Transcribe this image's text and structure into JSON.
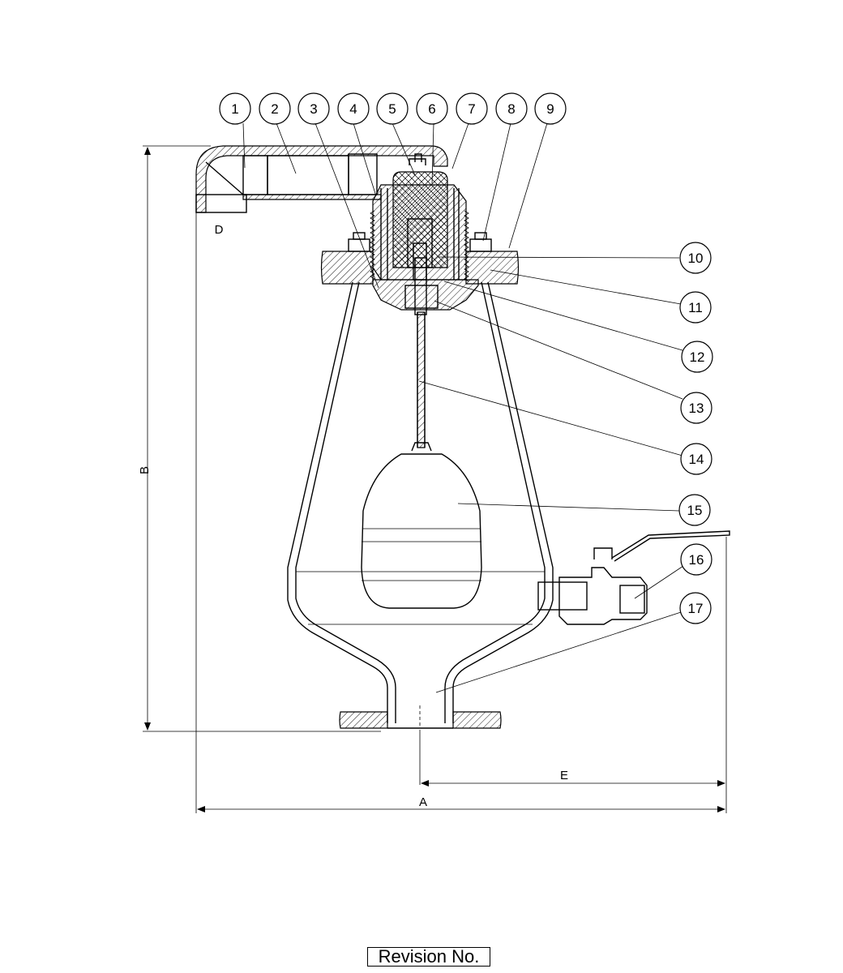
{
  "callouts": [
    "1",
    "2",
    "3",
    "4",
    "5",
    "6",
    "7",
    "8",
    "9",
    "10",
    "11",
    "12",
    "13",
    "14",
    "15",
    "16",
    "17"
  ],
  "dimensions": {
    "a": "A",
    "b": "B",
    "d": "D",
    "e": "E"
  },
  "title_block": {
    "revision_label": "Revision No."
  }
}
